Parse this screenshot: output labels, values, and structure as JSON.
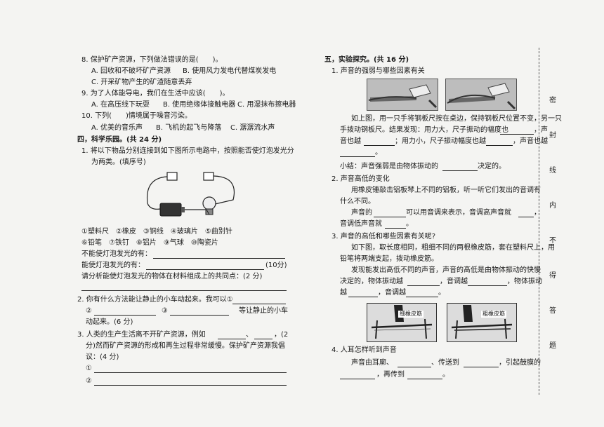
{
  "left": {
    "q8": {
      "stem": "8. 保护矿产资源，下列做法错误的是(　　)。",
      "optA": "A. 回收和不破坏矿产资源",
      "optB": "B. 使用风力发电代替煤炭发电",
      "optC": "C. 开采矿物产生的矿渣随意丢弃"
    },
    "q9": {
      "stem": "9. 为了人体能导电，我们在生活中应该(　　)。",
      "optA": "A. 在高压线下玩耍",
      "optB": "B. 使用绝缘体接触电器",
      "optC": "C. 用湿抹布擦电器"
    },
    "q10": {
      "stem": "10. 下列(　　)情境属于噪音污染。",
      "optA": "A. 优美的音乐声",
      "optB": "B. 飞机的起飞与降落",
      "optC": "C. 潺潺流水声"
    },
    "sec4": {
      "title": "四，科学乐园。(共 24 分)",
      "q1_line1": "1. 将以下物品分别连接到如下图所示电路中，按照能否使灯泡发光分",
      "q1_line2": "为两类。(填序号)",
      "items_line1": "①塑料尺　②橡皮　③铜线　④玻璃片　⑤曲别针",
      "items_line2": "⑥铅笔　⑦铁钉　⑧铝片　⑨气球　⑩陶瓷片",
      "cannot": "不能使灯泡发光的有：",
      "can": "能使灯泡发光的有：",
      "can_score": "(10分)",
      "common": "请分析能使灯泡发光的物体在材料组成上的共同点：(2 分)",
      "q2_line1": "2. 你有什么方法能让静止的小车动起来。我可以①",
      "q2_mark2": "②",
      "q2_mark3": "③",
      "q2_tail": "等让静止的小车",
      "q2_line3": "动起来。(6 分)",
      "q3_line1a": "3. 人类的生产生活离不开矿产资源，例如",
      "q3_sep": "、",
      "q3_line1b": "，(2",
      "q3_line2": "分)然而矿产资源的形成和再生过程非常缓慢。保护矿产资源我倡",
      "q3_line3": "议：(4 分)",
      "q3_mark1": "①",
      "q3_mark2": "②"
    }
  },
  "right": {
    "sec5": {
      "title": "五，实验探究。(共 16 分)",
      "q1_title": "1. 声音的强弱与哪些因素有关",
      "q1_p1": "如上图，用一只手将钢板尺按在桌边，保持钢板尺位置不变，另一只",
      "q1_p2a": "手拨动钢板尺。结果发现：用力大，尺子振动的幅度也",
      "q1_p2b": "，声",
      "q1_p3a": "音也越",
      "q1_p3b": "；用力小，尺子振动幅度也越",
      "q1_p3c": "，声音也越",
      "q1_p4": "。",
      "q1_summary_a": "小结：声音强弱是由物体振动的",
      "q1_summary_b": "决定的。",
      "q2_title": "2. 声音高低的变化",
      "q2_p1": "用橡皮锤敲击铝板琴上不同的铝板，听一听它们发出的音调有",
      "q2_p2": "什么不同。",
      "q2_p3a": "声音的",
      "q2_p3b": "可以用音调来表示，音调高声音就",
      "q2_p3c": "，",
      "q2_p4a": "音调低声音就",
      "q2_p4b": "。",
      "q3_title": "3. 声音的高低和哪些因素有关呢?",
      "q3_p1": "如下图，取长度相同，粗细不同的两根橡皮筋，套在塑料尺上，用",
      "q3_p2": "铅笔将两端支起，拨动橡皮筋。",
      "q3_p3": "发现能发出高低不同的声音，声音的高低是由物体振动的快慢",
      "q3_p4a": "决定的，物体振动越",
      "q3_p4b": "，音调越",
      "q3_p4c": "，物体振动",
      "q3_p5a": "越",
      "q3_p5b": "，音调越",
      "q3_p5c": "。",
      "band_thin": "细橡皮筋",
      "band_thick": "粗橡皮筋",
      "q4_title": "4. 人耳怎样听到声音",
      "q4_p1a": "声音由耳廓、",
      "q4_p1b": "、传送到",
      "q4_p1c": "，引起鼓膜的",
      "q4_p2a": "",
      "q4_p2b": "，再传到",
      "q4_p2c": "。"
    }
  },
  "sidebar": {
    "chars": [
      "密",
      "封",
      "线",
      "内",
      "不",
      "得",
      "答",
      "题"
    ]
  }
}
